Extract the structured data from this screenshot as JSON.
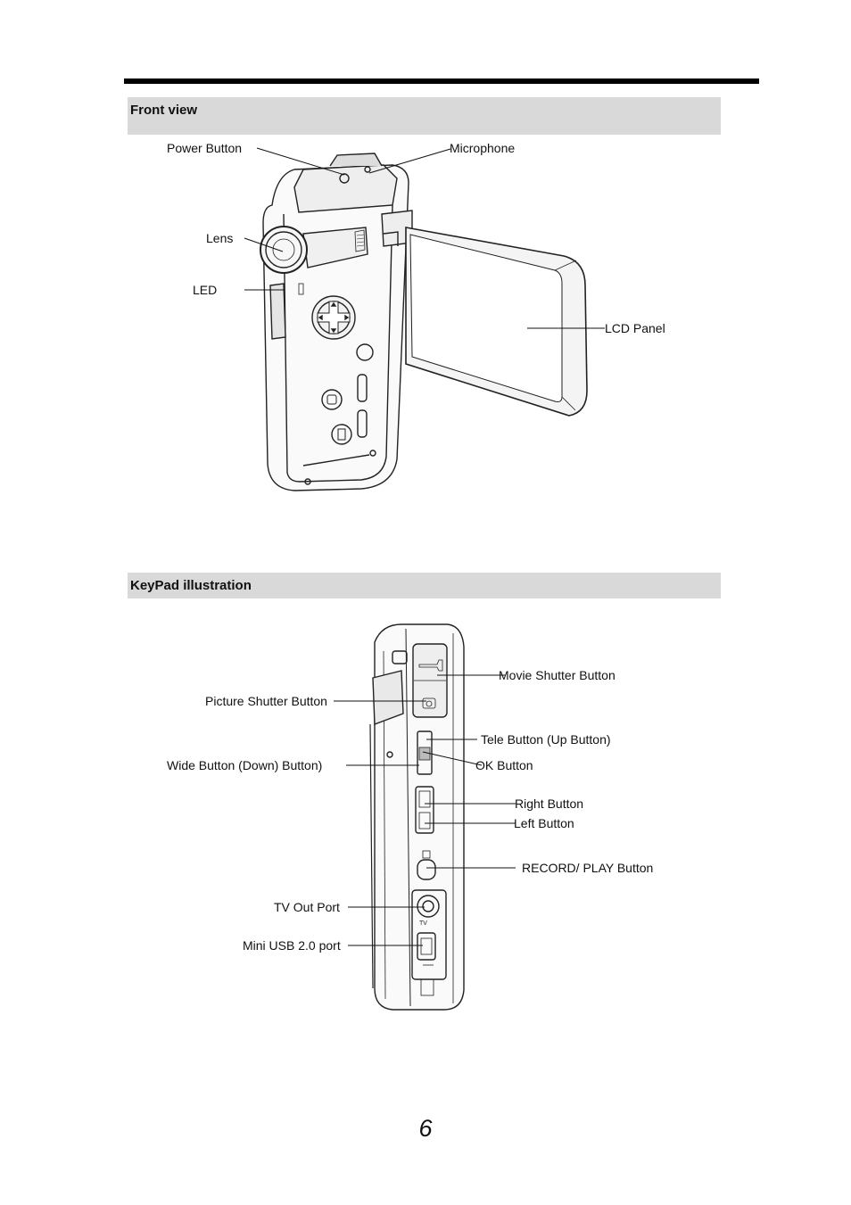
{
  "sections": {
    "front_view": {
      "title": "Front view",
      "labels": {
        "power_button": "Power Button",
        "microphone": "Microphone",
        "lens": "Lens",
        "led": "LED",
        "lcd_panel": "LCD Panel"
      }
    },
    "keypad": {
      "title": "KeyPad illustration",
      "labels": {
        "movie_shutter": "Movie Shutter Button",
        "picture_shutter": "Picture Shutter Button",
        "tele": "Tele Button (Up Button)",
        "wide": "Wide Button (Down) Button)",
        "ok": "OK Button",
        "right": "Right Button",
        "left": "Left Button",
        "record_play": "RECORD/ PLAY Button",
        "tv_out": "TV Out Port",
        "mini_usb": "Mini USB 2.0 port",
        "tv_marking": "TV"
      }
    }
  },
  "page_number": "6"
}
